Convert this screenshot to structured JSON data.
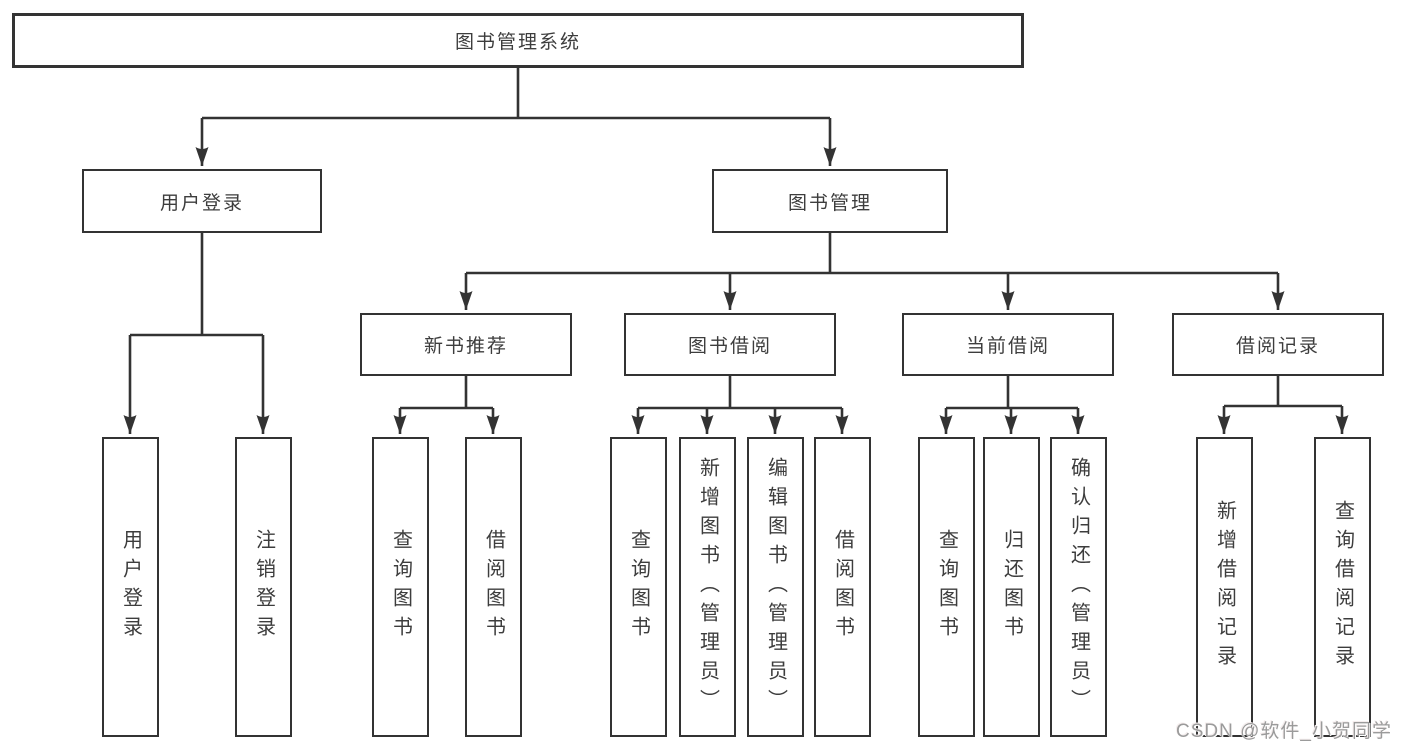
{
  "diagram": {
    "title_node": {
      "label": "图书管理系统"
    },
    "branches": [
      {
        "label": "用户登录"
      },
      {
        "label": "图书管理"
      }
    ],
    "modules": [
      {
        "label": "新书推荐"
      },
      {
        "label": "图书借阅"
      },
      {
        "label": "当前借阅"
      },
      {
        "label": "借阅记录"
      }
    ],
    "leaves": [
      {
        "label": "用户登录"
      },
      {
        "label": "注销登录"
      },
      {
        "label": "查询图书"
      },
      {
        "label": "借阅图书"
      },
      {
        "label": "查询图书"
      },
      {
        "label": "新增图书（管理员）"
      },
      {
        "label": "编辑图书（管理员）"
      },
      {
        "label": "借阅图书"
      },
      {
        "label": "查询图书"
      },
      {
        "label": "归还图书"
      },
      {
        "label": "确认归还（管理员）"
      },
      {
        "label": "新增借阅记录"
      },
      {
        "label": "查询借阅记录"
      }
    ]
  },
  "watermark": {
    "text": "CSDN @软件_小贺同学"
  },
  "colors": {
    "line": "#333333",
    "box_border": "#333333",
    "box_background": "#ffffff",
    "text": "#3d3d3d",
    "watermark_text": "#9b9b9b",
    "page_background": "#ffffff"
  }
}
